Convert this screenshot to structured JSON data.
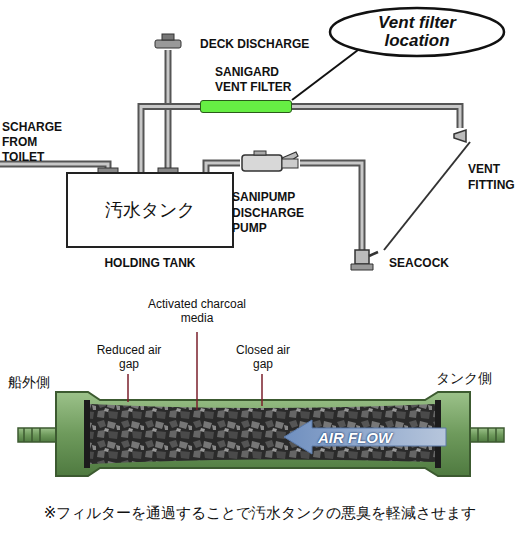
{
  "diagram": {
    "caption": "※フィルターを通過することで汚水タンクの悪臭を軽減させます",
    "nodes": [
      {
        "text": [
          "汚水タンク",
          "HOLDING TANK"
        ]
      },
      {
        "text": [
          "SANIGARD VENT FILTER"
        ]
      },
      {
        "text": [
          "SANIPUMP DISCHARGE PUMP"
        ]
      },
      {
        "text": [
          "VENT FITTING"
        ]
      },
      {
        "text": [
          "SEACOCK"
        ]
      },
      {
        "text": [
          "Vent filter location"
        ]
      }
    ],
    "edges": [
      {
        "from": 0,
        "to": 1,
        "arrow": "none"
      },
      {
        "from": 1,
        "to": 3,
        "arrow": "none"
      },
      {
        "from": 0,
        "to": 2,
        "arrow": "none"
      },
      {
        "from": 2,
        "to": 4,
        "arrow": "none"
      },
      {
        "from": 5,
        "to": 1,
        "arrow": "none"
      }
    ],
    "labels": [
      "SCHARGE FROM TOILET",
      "DECK DISCHARGE",
      "Activated charcoal media",
      "Reduced air gap",
      "Closed air gap",
      "船外側",
      "タンク側",
      "AIR FLOW"
    ]
  }
}
